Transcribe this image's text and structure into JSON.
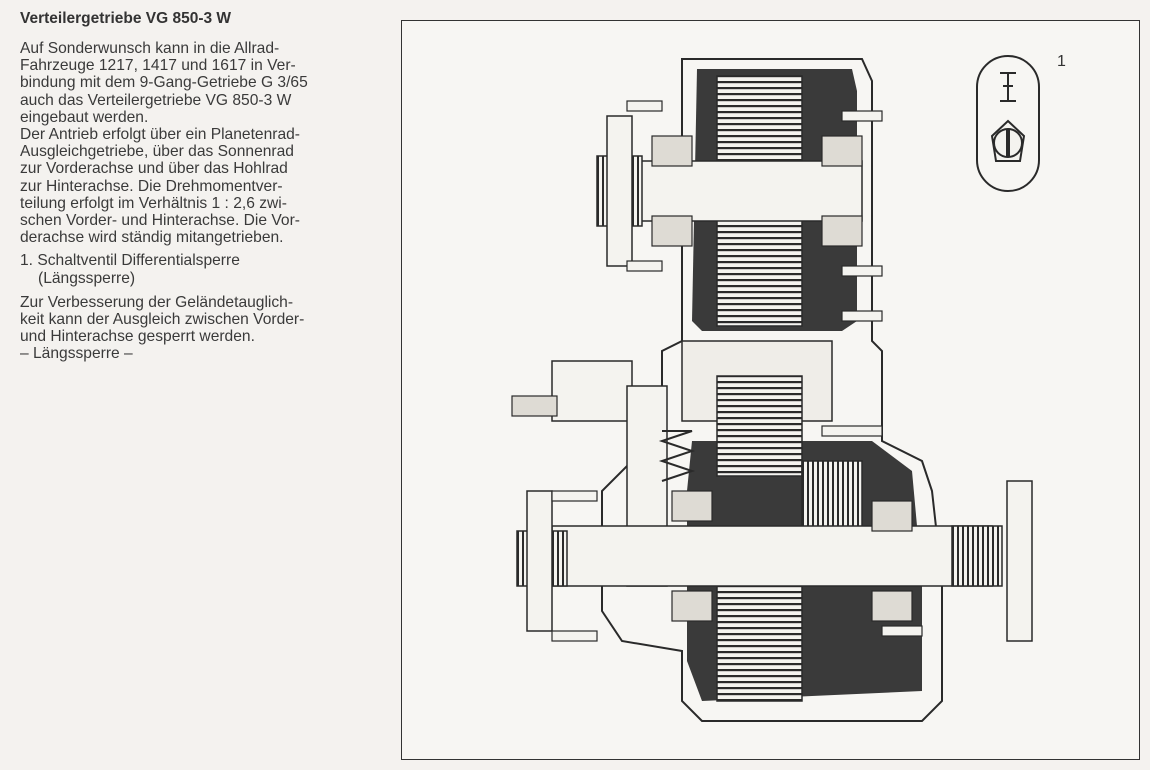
{
  "title": "Verteilergetriebe VG 850-3 W",
  "intro_lines": [
    "Auf Sonderwunsch kann in die Allrad-",
    "Fahrzeuge 1217, 1417 und 1617 in Ver-",
    "bindung mit dem 9-Gang-Getriebe G 3/65",
    "auch das Verteilergetriebe VG 850-3 W",
    "eingebaut werden.",
    "Der Antrieb erfolgt über ein Planetenrad-",
    "Ausgleichgetriebe, über das Sonnenrad",
    "zur Vorderachse und über das Hohlrad",
    "zur Hinterachse. Die Drehmomentver-",
    "teilung erfolgt im Verhältnis 1 : 2,6 zwi-",
    "schen Vorder- und Hinterachse. Die Vor-",
    "derachse wird ständig mitangetrieben."
  ],
  "item_1": {
    "line1": "1. Schaltventil Differentialsperre",
    "line2": "(Längssperre)"
  },
  "closing_lines": [
    "Zur Verbesserung der Geländetauglich-",
    "keit kann der Ausgleich zwischen Vorder-",
    "und Hinterachse gesperrt werden.",
    "– Längssperre –"
  ],
  "figure": {
    "callout": "1",
    "ink_color": "#2a2a2a",
    "paper_color": "#f7f6f3"
  }
}
